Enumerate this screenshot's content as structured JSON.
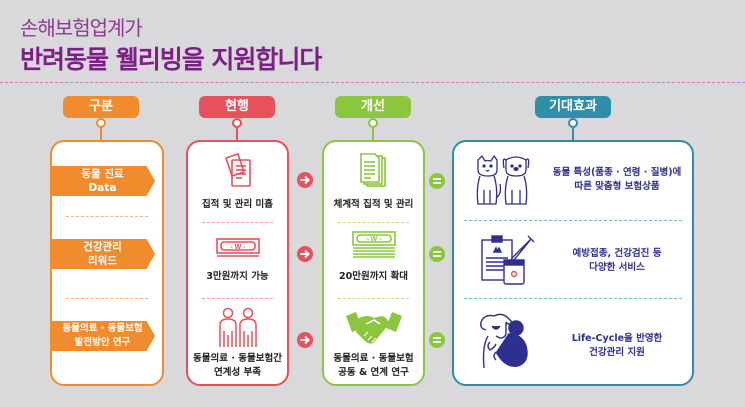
{
  "header": {
    "subtitle": "손해보험업계가",
    "title": "반려동물 웰리빙을 지원합니다"
  },
  "columns": [
    {
      "label": "구분",
      "color": "#f08c2d"
    },
    {
      "label": "현행",
      "color": "#e8505b"
    },
    {
      "label": "개선",
      "color": "#8cc63f"
    },
    {
      "label": "기대효과",
      "color": "#2e8fa6"
    }
  ],
  "rows": [
    {
      "category": [
        "동물 진료",
        "Data"
      ],
      "current": {
        "icon": "documents-icon",
        "text": [
          "집적 및 관리 미흡"
        ]
      },
      "improved": {
        "icon": "documents-icon",
        "text": [
          "체계적 집적 및 관리"
        ]
      },
      "effect": {
        "icon": "cat-and-dog-icon",
        "text": [
          "동물 특성(품종 · 연령 · 질병)에",
          "따른 맞춤형 보험상품"
        ]
      }
    },
    {
      "category": [
        "건강관리",
        "리워드"
      ],
      "current": {
        "icon": "money-icon",
        "money_symbol": "- W -",
        "text": [
          "3만원까지 가능"
        ]
      },
      "improved": {
        "icon": "money-stack-icon",
        "money_symbol": "- W -",
        "text": [
          "20만원까지 확대"
        ]
      },
      "effect": {
        "icon": "medical-clipboard-vaccine-icon",
        "text": [
          "예방접종, 건강검진 등",
          "다양한 서비스"
        ]
      }
    },
    {
      "category": [
        "동물의료 · 동물보험",
        "발전방안 연구"
      ],
      "current": {
        "icon": "two-people-icon",
        "text": [
          "동물의료 · 동물보험간",
          "연계성 부족"
        ]
      },
      "improved": {
        "icon": "handshake-icon",
        "text": [
          "동물의료 · 동물보험",
          "공동 & 연계 연구"
        ]
      },
      "effect": {
        "icon": "person-hugging-dog-icon",
        "text": [
          "Life-Cycle을 반영한",
          "건강관리 지원"
        ]
      }
    }
  ],
  "connectors": {
    "arrow_icon": "arrow-right-circle-icon",
    "equals_icon": "equals-circle-icon"
  }
}
